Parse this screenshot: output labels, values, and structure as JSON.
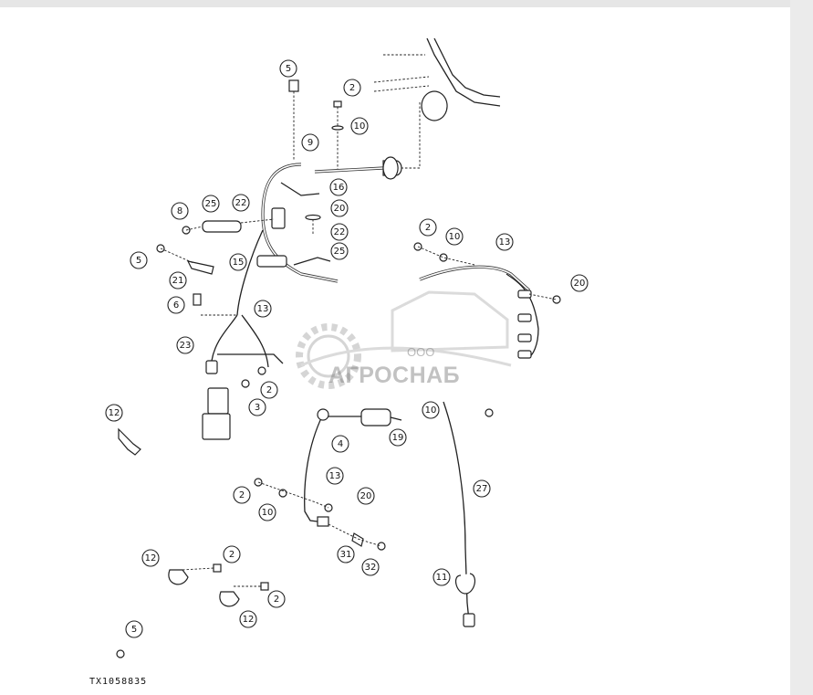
{
  "figure_id": "TX1058835",
  "watermark": {
    "company_prefix": "ООО",
    "company_name": "АГРОСНАБ"
  },
  "callouts": [
    "5",
    "2",
    "10",
    "9",
    "16",
    "20",
    "22",
    "25",
    "8",
    "25",
    "22",
    "5",
    "21",
    "15",
    "6",
    "13",
    "23",
    "3",
    "2",
    "2",
    "10",
    "13",
    "20",
    "12",
    "4",
    "19",
    "10",
    "27",
    "13",
    "2",
    "10",
    "20",
    "31",
    "32",
    "12",
    "2",
    "12",
    "2",
    "11",
    "5"
  ]
}
